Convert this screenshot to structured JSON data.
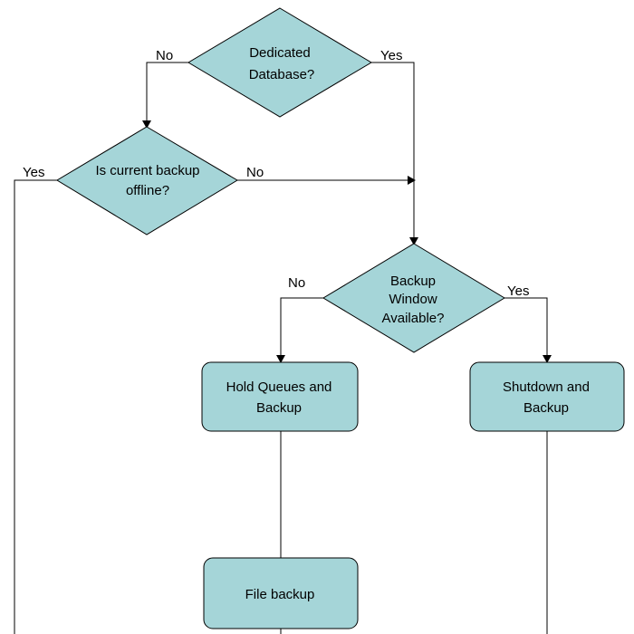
{
  "colors": {
    "node_fill": "#A5D5D8",
    "line": "#000000",
    "background": "#FFFFFF"
  },
  "nodes": {
    "dedicated_database": {
      "line1": "Dedicated",
      "line2": "Database?"
    },
    "current_backup_offline": {
      "line1": "Is current backup",
      "line2": "offline?"
    },
    "backup_window": {
      "line1": "Backup",
      "line2": "Window",
      "line3": "Available?"
    },
    "hold_queues": {
      "line1": "Hold Queues and",
      "line2": "Backup"
    },
    "shutdown": {
      "line1": "Shutdown and",
      "line2": "Backup"
    },
    "file_backup": {
      "line1": "File backup"
    }
  },
  "edge_labels": {
    "dedicated_no": "No",
    "dedicated_yes": "Yes",
    "offline_yes": "Yes",
    "offline_no": "No",
    "window_no": "No",
    "window_yes": "Yes"
  }
}
